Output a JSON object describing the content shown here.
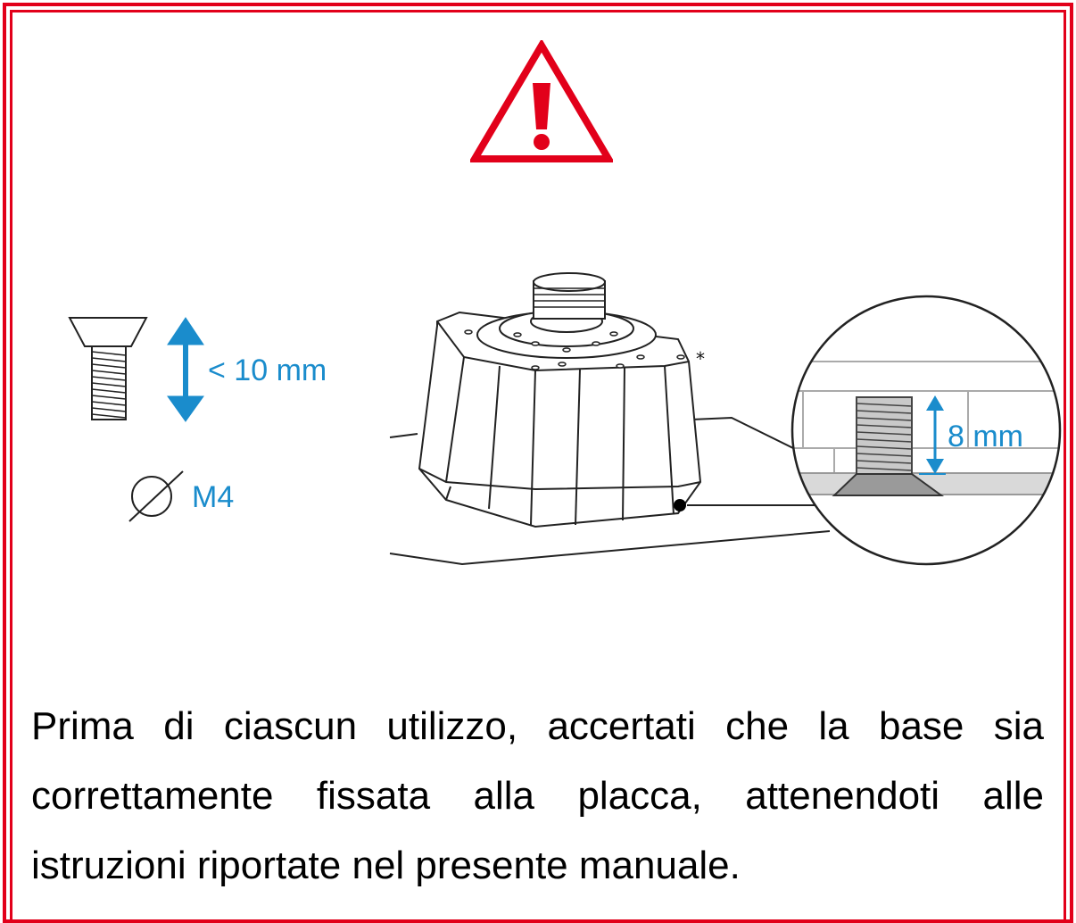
{
  "screw_spec": {
    "length_label": "< 10 mm",
    "thread_label": "M4"
  },
  "detail": {
    "depth_label": "8 mm",
    "marker": "*"
  },
  "colors": {
    "border": "#e2001a",
    "dimension": "#1a8ccc"
  },
  "icons": [
    "warning-triangle-icon",
    "diameter-icon"
  ],
  "notice": {
    "text": "Prima di ciascun utilizzo, accertati che la base sia correttamente fissata alla placca, attenendoti alle istruzioni riportate nel presente manuale."
  }
}
